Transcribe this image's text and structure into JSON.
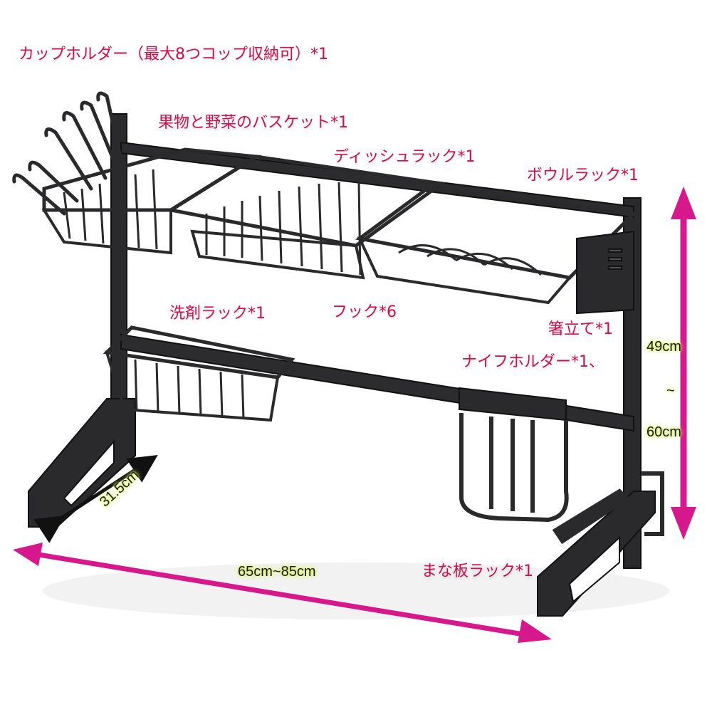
{
  "colors": {
    "label": "#d0104c",
    "arrow": "#d6188c",
    "rack": "#2a2a2c",
    "dim_glow": "#d8f05a"
  },
  "labels": {
    "cup_holder": "カップホルダー（最大8つコップ収納可）*1",
    "fruit_basket": "果物と野菜のバスケット*1",
    "dish_rack": "ディッシュラック*1",
    "bowl_rack": "ボウルラック*1",
    "detergent_rack": "洗剤ラック*1",
    "hooks": "フック*6",
    "chopstick_holder": "箸立て*1",
    "knife_holder": "ナイフホルダー*1、",
    "cutting_board_rack": "まな板ラック*1"
  },
  "dimensions": {
    "height_min": "49cm",
    "height_sep": "~",
    "height_max": "60cm",
    "depth": "31.5cm",
    "width": "65cm~85cm"
  }
}
